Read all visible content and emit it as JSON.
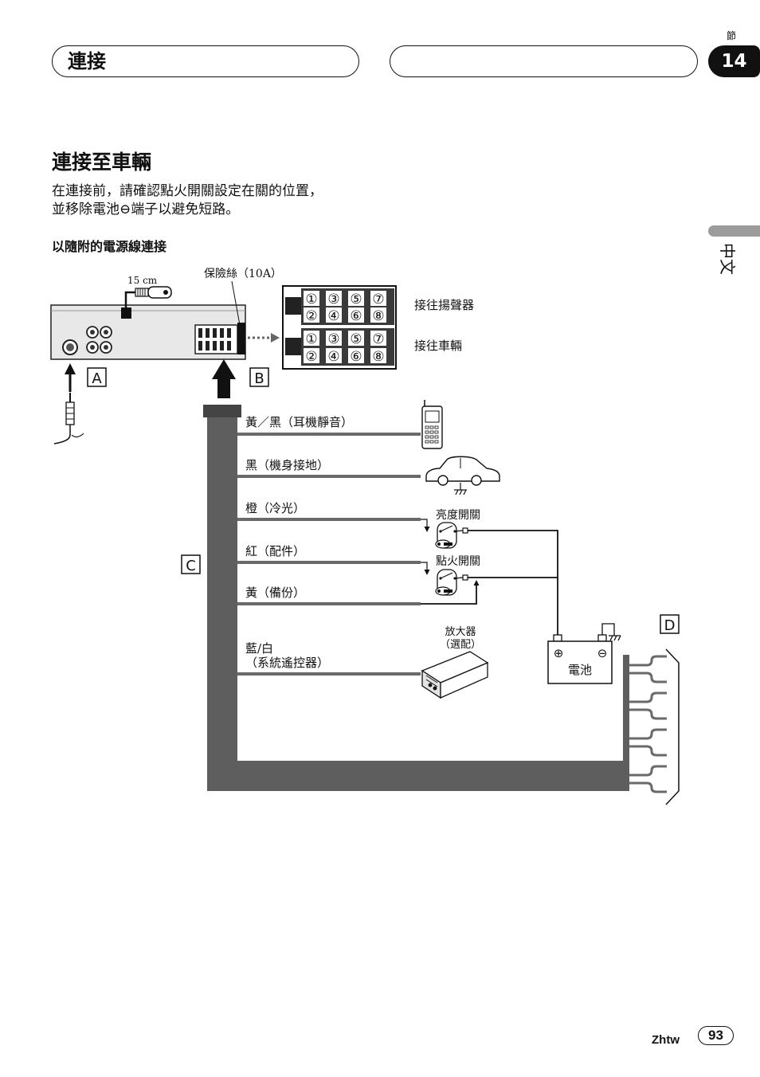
{
  "header": {
    "section_title": "連接",
    "section_label": "節",
    "section_number": "14"
  },
  "side_tab": {
    "language": "中文"
  },
  "article": {
    "title": "連接至車輛",
    "intro": [
      "在連接前，請確認點火開關設定在關的位置，",
      "並移除電池⊖端子以避免短路。"
    ],
    "subheading": "以隨附的電源線連接"
  },
  "diagram": {
    "cable_length": "15 cm",
    "fuse": "保險絲（10A）",
    "connector": {
      "upper": {
        "row1": [
          "①",
          "③",
          "⑤",
          "⑦"
        ],
        "row2": [
          "②",
          "④",
          "⑥",
          "⑧"
        ],
        "label": "接往揚聲器"
      },
      "lower": {
        "row1": [
          "①",
          "③",
          "⑤",
          "⑦"
        ],
        "row2": [
          "②",
          "④",
          "⑥",
          "⑧"
        ],
        "label": "接往車輛"
      }
    },
    "callouts": {
      "a": "A",
      "b": "B",
      "c": "C",
      "d": "D"
    },
    "wires": [
      {
        "label": "黃／黑（耳機靜音）"
      },
      {
        "label": "黑（機身接地）"
      },
      {
        "label": "橙（冷光）"
      },
      {
        "label": "紅（配件）"
      },
      {
        "label": "黃（備份）"
      },
      {
        "label": "藍/白",
        "label_line2": "（系統遙控器）"
      }
    ],
    "devices": {
      "dimmer_switch": "亮度開關",
      "ignition_switch": "點火開關",
      "amplifier": "放大器",
      "amplifier_note": "（選配）",
      "battery": "電池",
      "battery_positive": "⊕",
      "battery_negative": "⊖"
    },
    "icons": [
      "phone-icon",
      "car-icon",
      "ground-icon",
      "switch-icon",
      "key-icon",
      "battery-icon",
      "amplifier-icon"
    ]
  },
  "footer": {
    "language_code": "Zhtw",
    "page_number": "93"
  },
  "colors": {
    "ink": "#111111",
    "harness": "#5e5e5e",
    "wire": "#6a6a6a",
    "tab": "#111111",
    "lang_bar": "#9c9c9c"
  }
}
